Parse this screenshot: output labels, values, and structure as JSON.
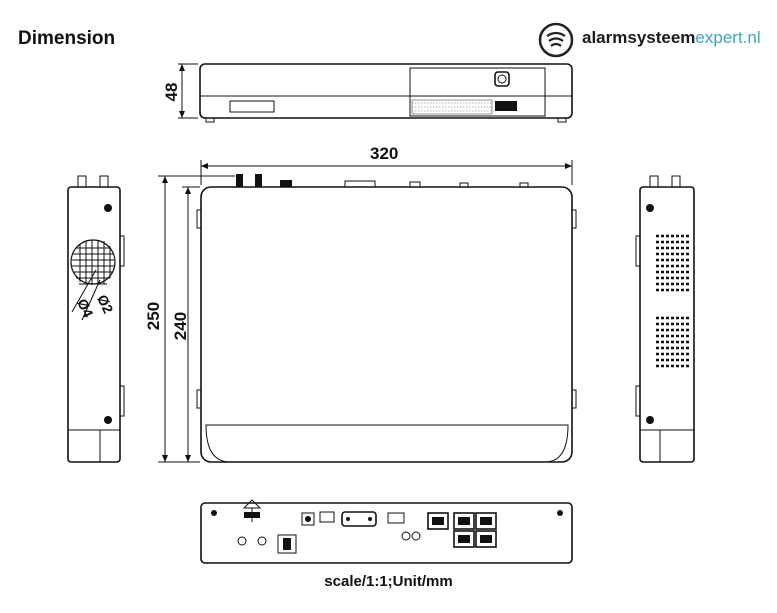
{
  "header": {
    "title": "Dimension"
  },
  "logo": {
    "brand": "alarmsysteem",
    "suffix": "expert.nl"
  },
  "dimensions": {
    "height": "48",
    "width": "320",
    "depth_outer": "250",
    "depth_inner": "240",
    "hole_large": "Ø2",
    "hole_small": "Ø4"
  },
  "footer": {
    "scale_note": "scale/1:1;Unit/mm"
  }
}
